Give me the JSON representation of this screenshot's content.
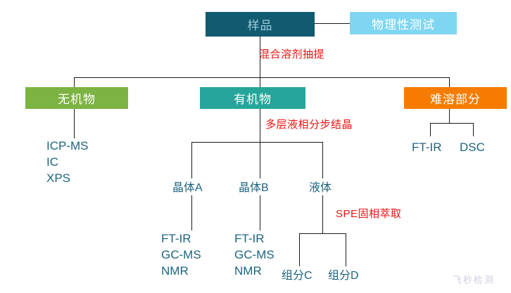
{
  "diagram": {
    "title_node": {
      "label": "样品"
    },
    "physical_node": {
      "label": "物理性测试"
    },
    "branches": {
      "inorganic": {
        "label": "无机物"
      },
      "organic": {
        "label": "有机物"
      },
      "insoluble": {
        "label": "难溶部分"
      }
    },
    "process_labels": {
      "extraction": "混合溶剂抽提",
      "crystallization": "多层液相分步结晶",
      "spe": "SPE固相萃取"
    },
    "inorganic_methods": {
      "line1": "ICP-MS",
      "line2": "IC",
      "line3": "XPS"
    },
    "insoluble_methods": {
      "ftir": "FT-IR",
      "dsc": "DSC"
    },
    "organic_fractions": {
      "crystal_a": "晶体A",
      "crystal_b": "晶体B",
      "liquid": "液体"
    },
    "crystal_a_methods": {
      "line1": "FT-IR",
      "line2": "GC-MS",
      "line3": "NMR"
    },
    "crystal_b_methods": {
      "line1": "FT-IR",
      "line2": "GC-MS",
      "line3": "NMR"
    },
    "spe_components": {
      "component_c": "组分C",
      "component_d": "组分D"
    },
    "watermark": "飞秒检测",
    "colors": {
      "sample_box": "#115A70",
      "sample_text": "#9CC9DC",
      "physical_box": "#7FD6F2",
      "inorganic_box": "#7CB342",
      "organic_box": "#26A69A",
      "insoluble_box": "#F57C00",
      "leaf_text": "#1D6480",
      "process_label": "#EE1111",
      "connector": "#1A1A1A",
      "watermark": "#C9C4DE"
    }
  }
}
